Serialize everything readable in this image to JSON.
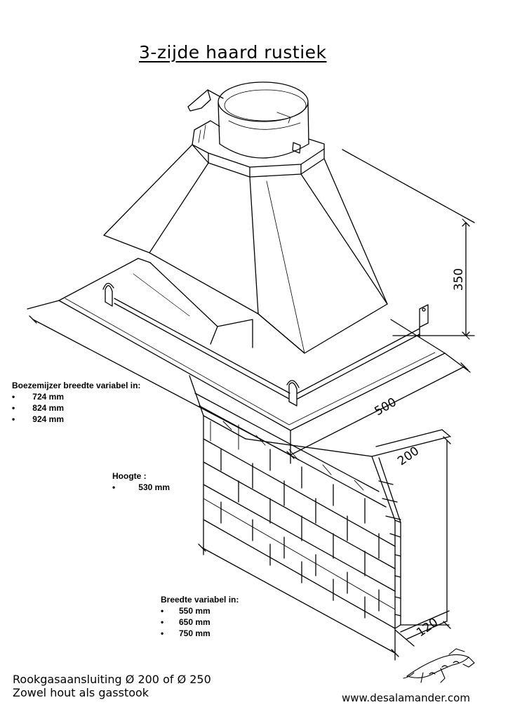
{
  "title": "3-zijde haard rustiek",
  "dimensions": {
    "height_label": "350",
    "depth_label": "500",
    "side_top_label": "200",
    "side_bottom_label": "120"
  },
  "boezemijzer": {
    "heading": "Boezemijzer breedte variabel in:",
    "values": [
      "724 mm",
      "824 mm",
      "924 mm"
    ]
  },
  "hoogte": {
    "heading": "Hoogte :",
    "values": [
      "530 mm"
    ]
  },
  "breedte": {
    "heading": "Breedte variabel in:",
    "values": [
      "550 mm",
      "650 mm",
      "750 mm"
    ]
  },
  "footer": {
    "line1": "Rookgasaansluiting Ø 200 of Ø 250",
    "line2": "Zowel hout als gasstook",
    "website": "www.desalamander.com"
  },
  "bullet": "•"
}
